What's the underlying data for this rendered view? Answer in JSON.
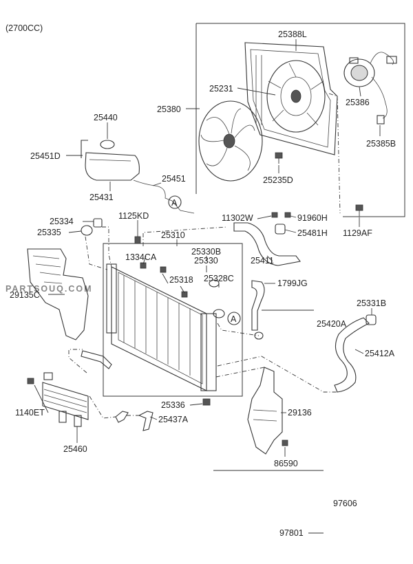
{
  "header": {
    "engine_note": "(2700CC)"
  },
  "watermark": {
    "text": "PARTSOUQ.COM"
  },
  "callouts": [
    {
      "id": "c1",
      "text": "25388L"
    },
    {
      "id": "c2",
      "text": "25231"
    },
    {
      "id": "c3",
      "text": "25380"
    },
    {
      "id": "c4",
      "text": "25386"
    },
    {
      "id": "c5",
      "text": "25385B"
    },
    {
      "id": "c6",
      "text": "25235D"
    },
    {
      "id": "c7",
      "text": "25440"
    },
    {
      "id": "c8",
      "text": "25451D"
    },
    {
      "id": "c9",
      "text": "25431"
    },
    {
      "id": "c10",
      "text": "25451"
    },
    {
      "id": "c11",
      "text": "11302W"
    },
    {
      "id": "c12",
      "text": "91960H"
    },
    {
      "id": "c13",
      "text": "25481H"
    },
    {
      "id": "c14",
      "text": "1129AF"
    },
    {
      "id": "c15",
      "text": "25334"
    },
    {
      "id": "c16",
      "text": "1125KD"
    },
    {
      "id": "c17",
      "text": "25335"
    },
    {
      "id": "c18",
      "text": "25310"
    },
    {
      "id": "c19",
      "text": "25330B"
    },
    {
      "id": "c20",
      "text": "1334CA"
    },
    {
      "id": "c21",
      "text": "25330"
    },
    {
      "id": "c22",
      "text": "25411"
    },
    {
      "id": "c23",
      "text": "25318"
    },
    {
      "id": "c24",
      "text": "25328C"
    },
    {
      "id": "c25",
      "text": "1799JG"
    },
    {
      "id": "c26",
      "text": "29135C"
    },
    {
      "id": "c27",
      "text": "25331B"
    },
    {
      "id": "c28",
      "text": "25420A"
    },
    {
      "id": "c29",
      "text": "25412A"
    },
    {
      "id": "c30",
      "text": "1140ET"
    },
    {
      "id": "c31",
      "text": "25336"
    },
    {
      "id": "c32",
      "text": "29136"
    },
    {
      "id": "c33",
      "text": "25437A"
    },
    {
      "id": "c34",
      "text": "25460"
    },
    {
      "id": "c35",
      "text": "86590"
    },
    {
      "id": "c36",
      "text": "97606"
    },
    {
      "id": "c37",
      "text": "97801"
    }
  ],
  "connectors": [
    {
      "id": "a1",
      "text": "A"
    },
    {
      "id": "a2",
      "text": "A"
    }
  ]
}
